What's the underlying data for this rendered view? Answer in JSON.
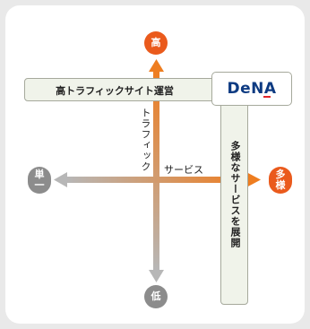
{
  "axis": {
    "top_label": "高",
    "bottom_label": "低",
    "left_label": "単一",
    "right_label": "多様",
    "vertical_axis_label": "トラフィック",
    "horizontal_axis_label": "サービス"
  },
  "boxes": {
    "horizontal_text": "高トラフィックサイト運営",
    "vertical_text": "多様なサービスを展開"
  },
  "logo": {
    "text": "DeNA"
  },
  "colors": {
    "accent_orange": "#ea5a1c",
    "gray": "#8c8c8c",
    "box_fill": "#f0f3ea",
    "logo_blue": "#0e3b82",
    "logo_red": "#e0262a"
  }
}
